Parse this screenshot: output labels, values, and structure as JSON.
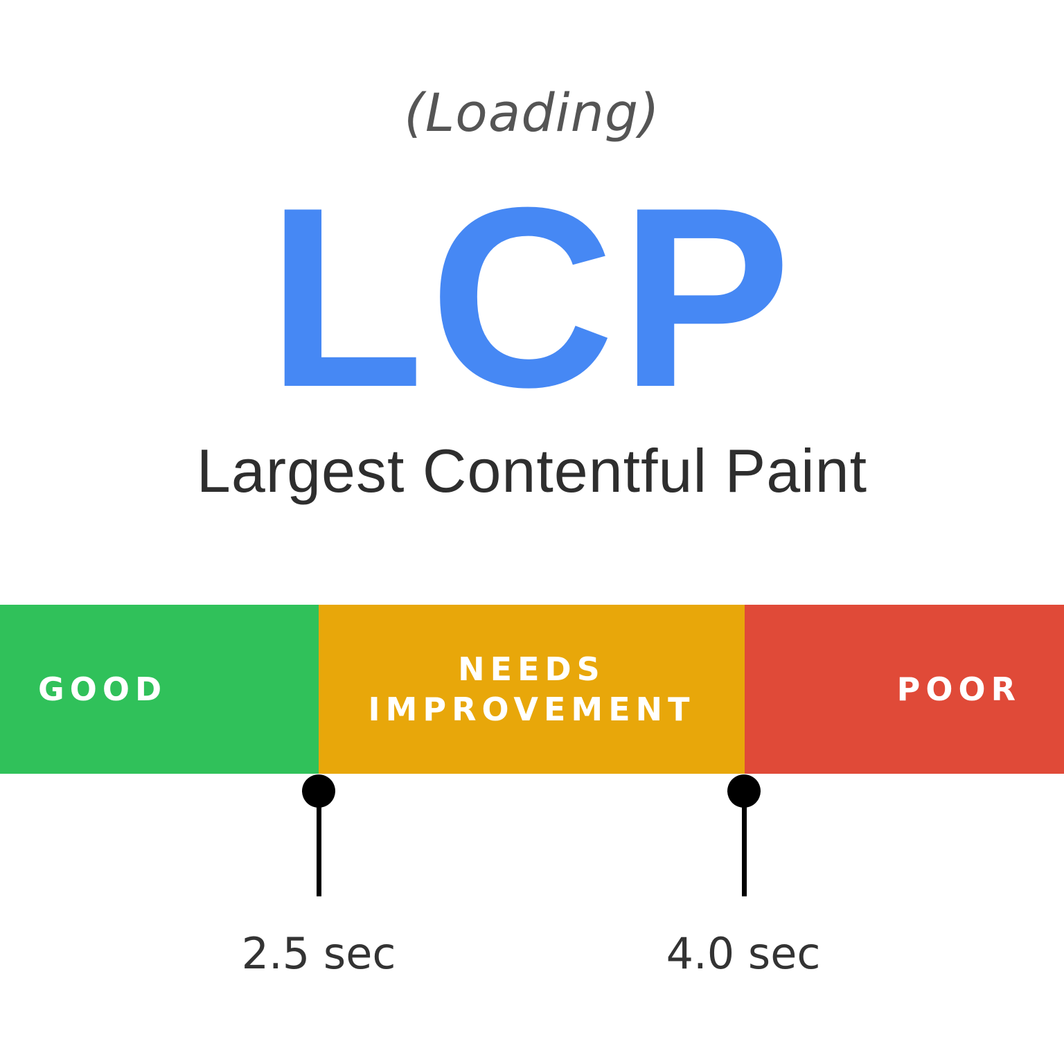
{
  "header": {
    "category": "(Loading)",
    "acronym": "LCP",
    "full_name": "Largest Contentful Paint"
  },
  "scale": {
    "segments": [
      {
        "label": "GOOD",
        "color": "#30C15A"
      },
      {
        "label_line1": "NEEDS",
        "label_line2": "IMPROVEMENT",
        "color": "#E8A70A"
      },
      {
        "label": "POOR",
        "color": "#E04A38"
      }
    ],
    "thresholds": [
      {
        "label": "2.5 sec",
        "value": 2.5
      },
      {
        "label": "4.0 sec",
        "value": 4.0
      }
    ]
  },
  "colors": {
    "accent": "#4688F4",
    "text": "#2e2e2e",
    "marker": "#000000"
  }
}
